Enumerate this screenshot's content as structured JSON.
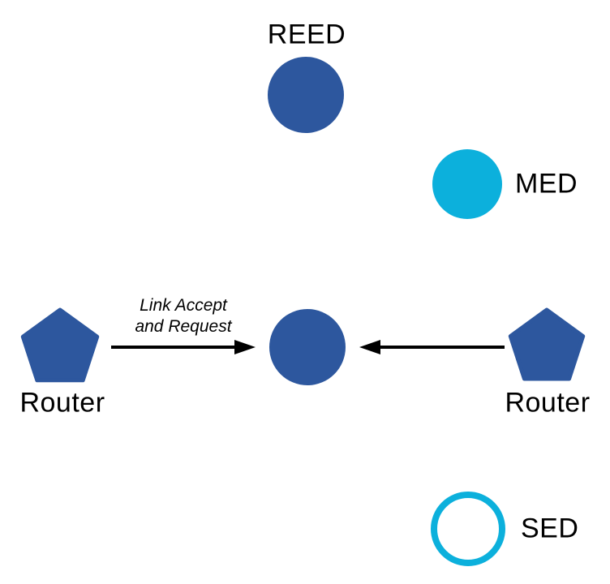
{
  "diagram": {
    "labels": {
      "reed": "REED",
      "med": "MED",
      "router_left": "Router",
      "router_right": "Router",
      "sed": "SED"
    },
    "edge_label": {
      "line1": "Link Accept",
      "line2": "and Request"
    },
    "colors": {
      "node_blue": "#2D579E",
      "node_cyan": "#0CB0DC",
      "arrow_black": "#000000"
    },
    "node_types": {
      "reed": "filled-circle",
      "med": "filled-circle",
      "joiner": "filled-circle",
      "router_left": "pentagon",
      "router_right": "pentagon",
      "sed": "outlined-circle"
    }
  }
}
